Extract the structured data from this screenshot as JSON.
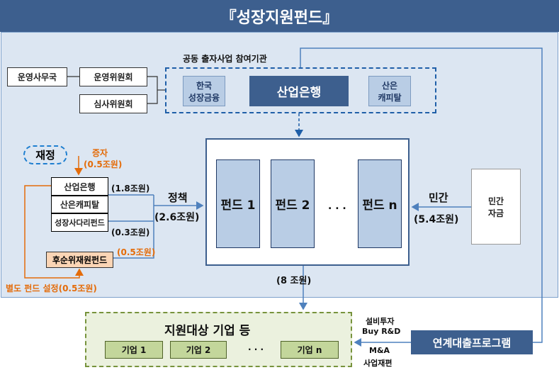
{
  "title": "『성장지원펀드』",
  "governance": {
    "secretariat": "운영사무국",
    "committee": "운영위원회",
    "review": "심사위원회"
  },
  "joint": {
    "label": "공동 출자사업 참여기관",
    "kgrowth": "한국\n성장금융",
    "kdb": "산업은행",
    "kdbcap": "산은\n캐피탈"
  },
  "funds": {
    "f1": "펀드 1",
    "f2": "펀드 2",
    "dots": ". . .",
    "fn": "펀드 n",
    "total": "(8 조원)"
  },
  "private": {
    "box": "민간\n자금",
    "label": "민간",
    "amount": "(5.4조원)"
  },
  "public": {
    "finance": "재정",
    "capital_inc": "증자",
    "capital_amt": "(0.5조원)",
    "kdb": "산업은행",
    "kdb_amt": "(1.8조원)",
    "kdbcap": "산은캐피탈",
    "ladder": "성장사다리펀드",
    "ladder_amt": "(0.3조원)",
    "sub": "후순위재원펀드",
    "sub_amt": "(0.5조원)",
    "policy": "정책",
    "policy_amt": "(2.6조원)",
    "separate": "별도 펀드 설정(0.5조원)"
  },
  "target": {
    "title": "지원대상 기업 등",
    "c1": "기업 1",
    "c2": "기업 2",
    "dots": "· · ·",
    "cn": "기업 n"
  },
  "loan": {
    "program": "연계대출프로그램",
    "l1": "설비투자",
    "l2": "Buy  R&D",
    "l3": "M&A",
    "l4": "사업재편"
  }
}
